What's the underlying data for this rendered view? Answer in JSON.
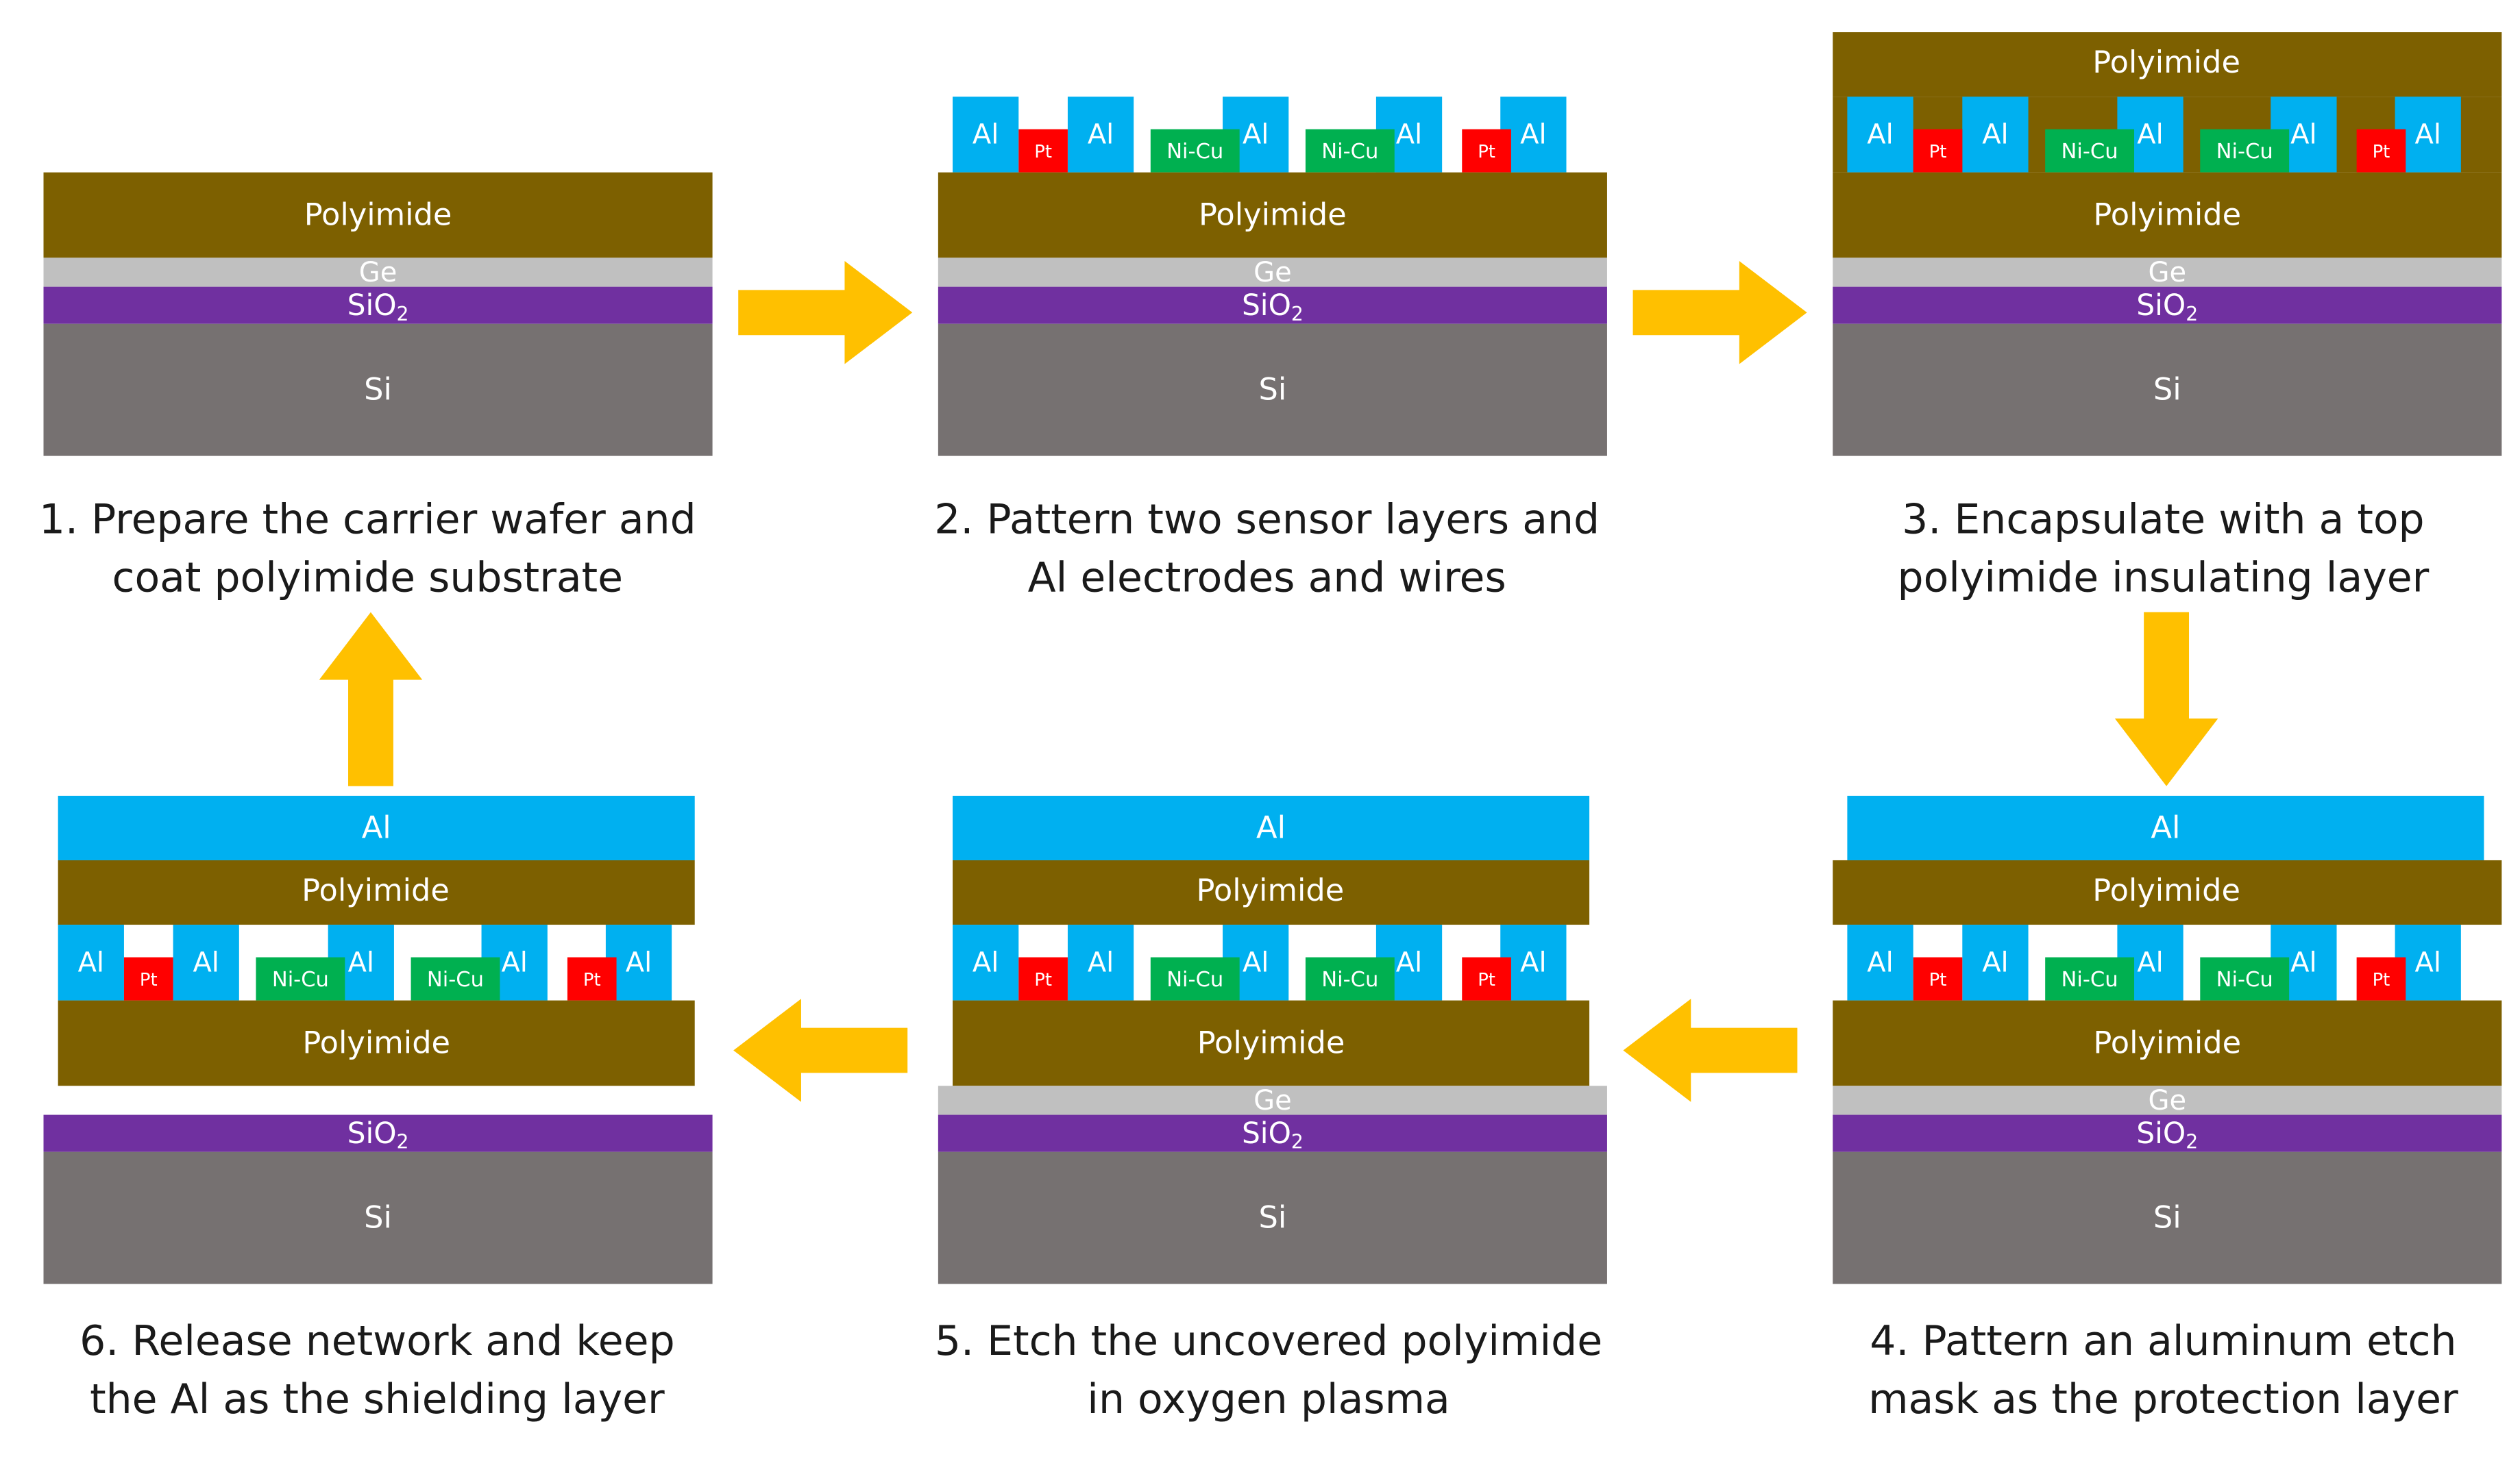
{
  "materials": {
    "polyimide": "Polyimide",
    "ge": "Ge",
    "sio2_base": "SiO",
    "sio2_sub": "2",
    "si": "Si",
    "al": "Al",
    "pt": "Pt",
    "nicu": "Ni-Cu"
  },
  "colors": {
    "polyimide": "#7d6000",
    "ge": "#c0c0c0",
    "sio2": "#7030a0",
    "si": "#767171",
    "al": "#00b0f0",
    "pt": "#ff0000",
    "nicu": "#00b050",
    "arrow": "#ffc000",
    "caption": "#1a1a1a"
  },
  "steps": [
    {
      "caption_line1": "1. Prepare the carrier wafer and",
      "caption_line2": "coat polyimide substrate"
    },
    {
      "caption_line1": "2. Pattern two sensor layers and",
      "caption_line2": "Al electrodes and wires"
    },
    {
      "caption_line1": "3. Encapsulate with a top",
      "caption_line2": "polyimide insulating layer"
    },
    {
      "caption_line1": "4. Pattern an aluminum etch",
      "caption_line2": "mask as the protection layer"
    },
    {
      "caption_line1": "5. Etch the uncovered polyimide",
      "caption_line2": "in oxygen plasma"
    },
    {
      "caption_line1": "6. Release network and keep",
      "caption_line2": "the Al as the shielding layer"
    }
  ],
  "arrows": [
    "right",
    "right",
    "down",
    "left",
    "left",
    "up"
  ]
}
